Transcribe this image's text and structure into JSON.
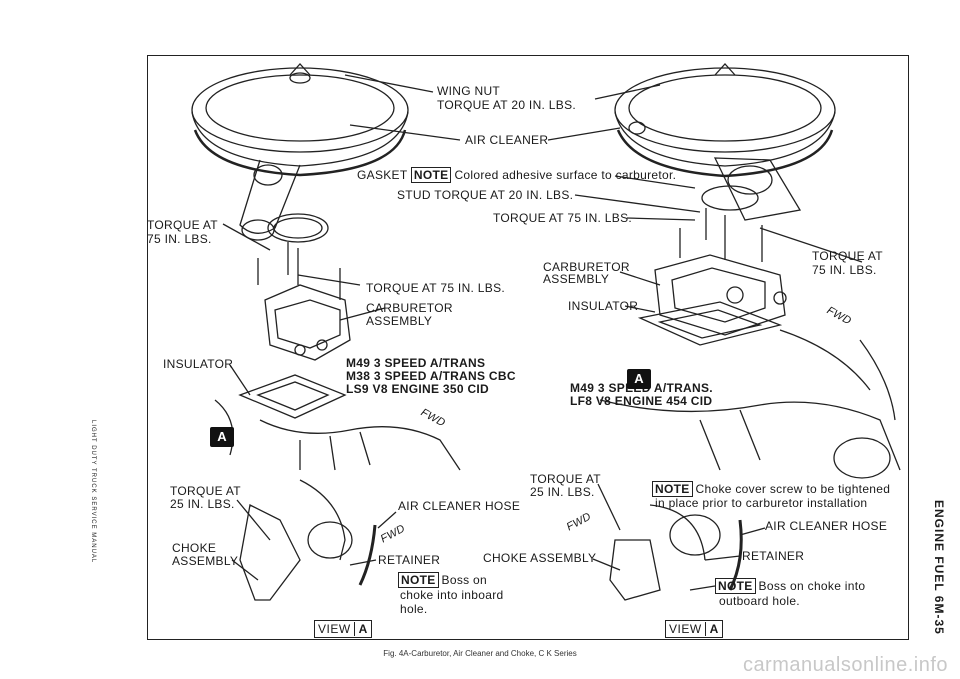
{
  "labels": {
    "wing_nut": "WING NUT",
    "wing_nut_torque": "TORQUE AT 20 IN. LBS.",
    "air_cleaner": "AIR CLEANER",
    "gasket": "GASKET",
    "note_word": "NOTE",
    "gasket_note": "Colored adhesive surface to carburetor.",
    "stud_torque": "STUD TORQUE AT 20 IN. LBS.",
    "torque_75_center": "TORQUE AT 75 IN. LBS.",
    "torque_at": "TORQUE AT",
    "in_lbs_75": "75 IN. LBS.",
    "torque_75_left_mid": "TORQUE AT 75 IN. LBS.",
    "carburetor": "CARBURETOR",
    "assembly": "ASSEMBLY",
    "insulator": "INSULATOR",
    "left_spec_1": "M49 3 SPEED A/TRANS",
    "left_spec_2": "M38 3 SPEED A/TRANS CBC",
    "left_spec_3": "LS9 V8 ENGINE 350 CID",
    "right_spec_1": "M49 3 SPEED A/TRANS.",
    "right_spec_2": "LF8 V8 ENGINE 454 CID",
    "fwd": "FWD",
    "tag_a": "A",
    "in_lbs_25": "25 IN. LBS.",
    "air_cleaner_hose": "AIR CLEANER HOSE",
    "choke": "CHOKE",
    "retainer": "RETAINER",
    "choke_assembly": "CHOKE ASSEMBLY",
    "note_boss_left_1": "Boss on",
    "note_boss_left_2": "choke into inboard",
    "note_boss_left_3": "hole.",
    "note_choke_1": "Choke cover screw to be tightened",
    "note_choke_2": "in place prior to carburetor installation",
    "note_boss_right_1": "Boss on choke into",
    "note_boss_right_2": "outboard hole.",
    "view": "VIEW"
  },
  "caption": "Fig. 4A-Carburetor, Air Cleaner and Choke, C K Series",
  "side_left": "LIGHT DUTY TRUCK SERVICE MANUAL",
  "side_right": "ENGINE FUEL 6M-35",
  "watermark": "carmanualsonline.info"
}
